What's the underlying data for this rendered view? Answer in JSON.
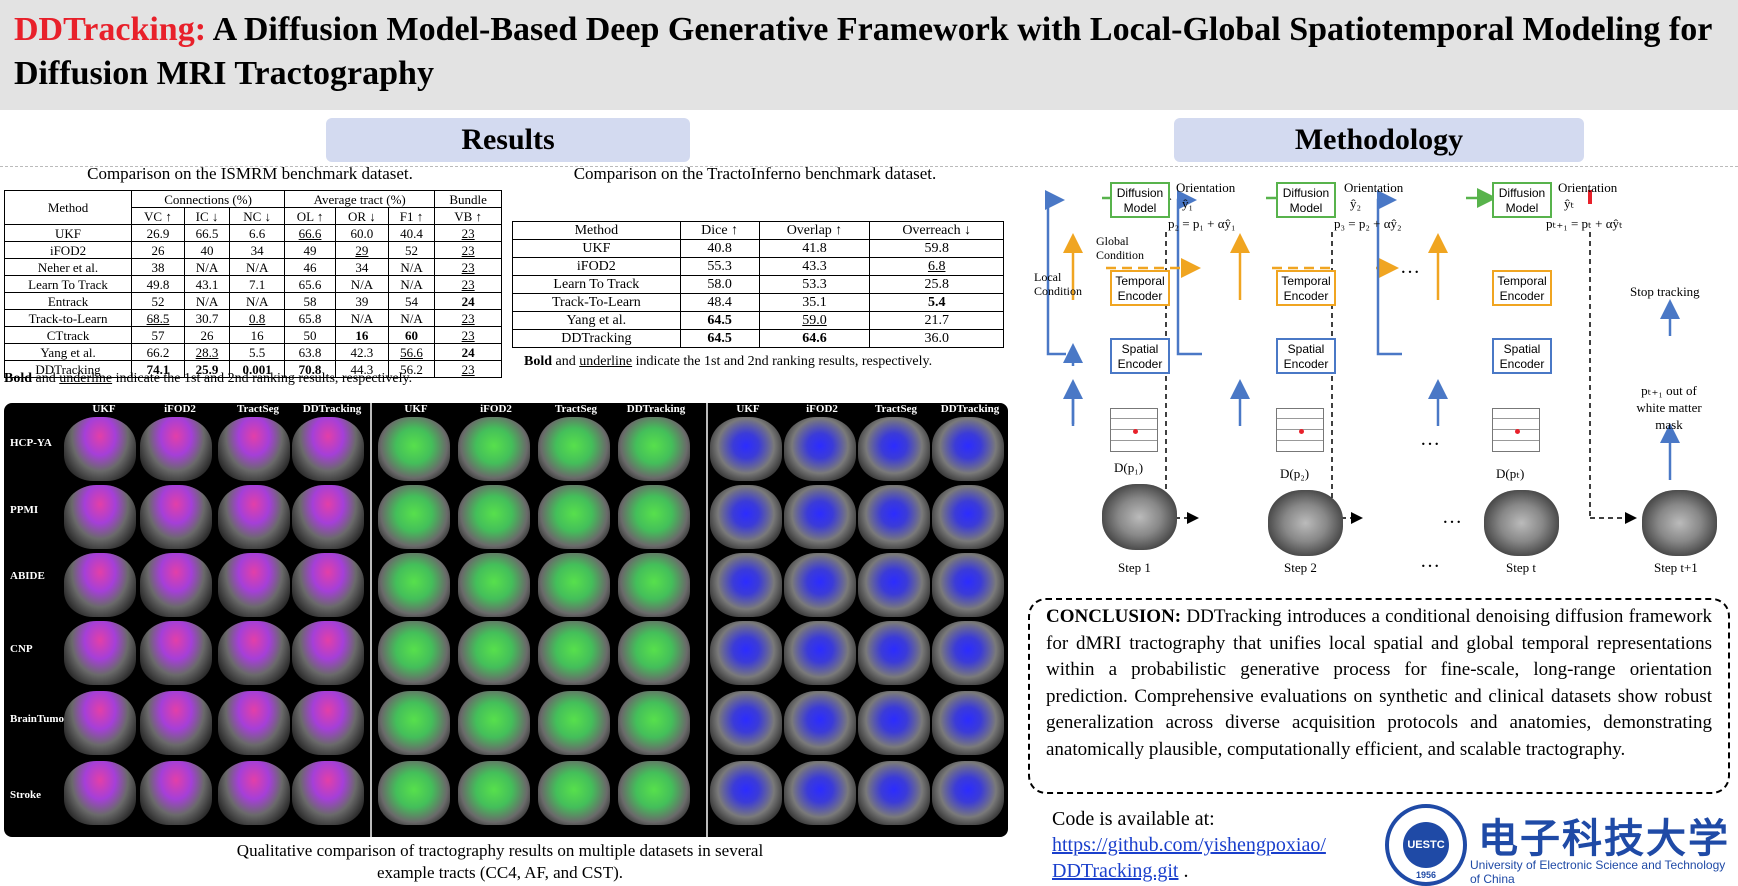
{
  "header": {
    "brand": "DDTracking:",
    "title_rest": "A Diffusion Model-Based Deep Generative Framework with Local-Global Spatiotemporal Modeling for Diffusion MRI Tractography"
  },
  "sections": {
    "results": "Results",
    "methodology": "Methodology"
  },
  "table1": {
    "caption": "Comparison on the ISMRM benchmark dataset.",
    "group_headers": [
      "Method",
      "Connections (%)",
      "Average tract (%)",
      "Bundle"
    ],
    "sub_headers": [
      "VC ↑",
      "IC ↓",
      "NC ↓",
      "OL ↑",
      "OR ↓",
      "F1 ↑",
      "VB ↑"
    ],
    "rows": [
      [
        "UKF",
        "26.9",
        "66.5",
        "6.6",
        "66.6",
        "60.0",
        "40.4",
        "23"
      ],
      [
        "iFOD2",
        "26",
        "40",
        "34",
        "49",
        "29",
        "52",
        "23"
      ],
      [
        "Neher et al.",
        "38",
        "N/A",
        "N/A",
        "46",
        "34",
        "N/A",
        "23"
      ],
      [
        "Learn To Track",
        "49.8",
        "43.1",
        "7.1",
        "65.6",
        "N/A",
        "N/A",
        "23"
      ],
      [
        "Entrack",
        "52",
        "N/A",
        "N/A",
        "58",
        "39",
        "54",
        "24"
      ],
      [
        "Track-to-Learn",
        "68.5",
        "30.7",
        "0.8",
        "65.8",
        "N/A",
        "N/A",
        "23"
      ],
      [
        "CTtrack",
        "57",
        "26",
        "16",
        "50",
        "16",
        "60",
        "23"
      ],
      [
        "Yang et al.",
        "66.2",
        "28.3",
        "5.5",
        "63.8",
        "42.3",
        "56.6",
        "24"
      ],
      [
        "DDTracking",
        "74.1",
        "25.9",
        "0.001",
        "70.8",
        "44.3",
        "56.2",
        "23"
      ]
    ],
    "footnote": {
      "bold": "Bold",
      "and": "and",
      "underline": "underline",
      "rest": "indicate the 1st and 2nd ranking results, respectively."
    }
  },
  "table2": {
    "caption": "Comparison on the TractoInferno benchmark dataset.",
    "headers": [
      "Method",
      "Dice ↑",
      "Overlap ↑",
      "Overreach ↓"
    ],
    "rows": [
      [
        "UKF",
        "40.8",
        "41.8",
        "59.8"
      ],
      [
        "iFOD2",
        "55.3",
        "43.3",
        "6.8"
      ],
      [
        "Learn To Track",
        "58.0",
        "53.3",
        "25.8"
      ],
      [
        "Track-To-Learn",
        "48.4",
        "35.1",
        "5.4"
      ],
      [
        "Yang et al.",
        "64.5",
        "59.0",
        "21.7"
      ],
      [
        "DDTracking",
        "64.5",
        "64.6",
        "36.0"
      ]
    ],
    "footnote": {
      "bold": "Bold",
      "and": "and",
      "underline": "underline",
      "rest": "indicate the 1st and 2nd ranking results, respectively."
    }
  },
  "qualitative": {
    "methods": [
      "UKF",
      "iFOD2",
      "TractSeg",
      "DDTracking"
    ],
    "datasets": [
      "HCP-YA",
      "PPMI",
      "ABIDE",
      "CNP",
      "BrainTumor",
      "Stroke"
    ],
    "caption_line1": "Qualitative comparison of tractography results on multiple datasets in several",
    "caption_line2": "example tracts (CC4, AF, and CST)."
  },
  "methodology": {
    "diffusion_model": "Diffusion Model",
    "temporal_encoder": "Temporal Encoder",
    "spatial_encoder": "Spatial Encoder",
    "orientation": "Orientation",
    "global_condition": "Global Condition",
    "local_condition": "Local Condition",
    "y1": "ŷ₁",
    "y2": "ŷ₂",
    "yt": "ŷₜ",
    "eq1": "p₂ = p₁ + αŷ₁",
    "eq2": "p₃ = p₂ + αŷ₂",
    "eq3": "pₜ₊₁ = pₜ + αŷₜ",
    "d1": "D(p₁)",
    "d2": "D(p₂)",
    "dt": "D(pₜ)",
    "steps": [
      "Step 1",
      "Step 2",
      "Step t",
      "Step t+1"
    ],
    "stop": "Stop tracking",
    "out_of_mask": "pₜ₊₁ out of white matter mask",
    "ellipsis": "…"
  },
  "conclusion": {
    "label": "CONCLUSION:",
    "text": "DDTracking introduces a conditional denoising diffusion framework for dMRI tractography that unifies local spatial and global temporal representations within a probabilistic generative process for fine-scale, long-range orientation prediction. Comprehensive evaluations on synthetic and clinical datasets show robust generalization across diverse acquisition protocols and anatomies, demonstrating anatomically plausible, computationally efficient, and scalable tractography."
  },
  "code": {
    "label": "Code is available at:",
    "link1": "https://github.com/yishengpoxiao/",
    "link2": "DDTracking.git",
    "period": "."
  },
  "university": {
    "name_cn": "电子科技大学",
    "name_en": "University of Electronic Science and Technology of China",
    "seal_text": "UESTC",
    "seal_year": "1956"
  },
  "colors": {
    "brand_red": "#e8202a",
    "section_bg": "#d3daf0",
    "diffusion_green": "#58b34c",
    "temporal_orange": "#f0a521",
    "spatial_blue": "#4a78c6",
    "link_blue": "#1a3fcc"
  }
}
